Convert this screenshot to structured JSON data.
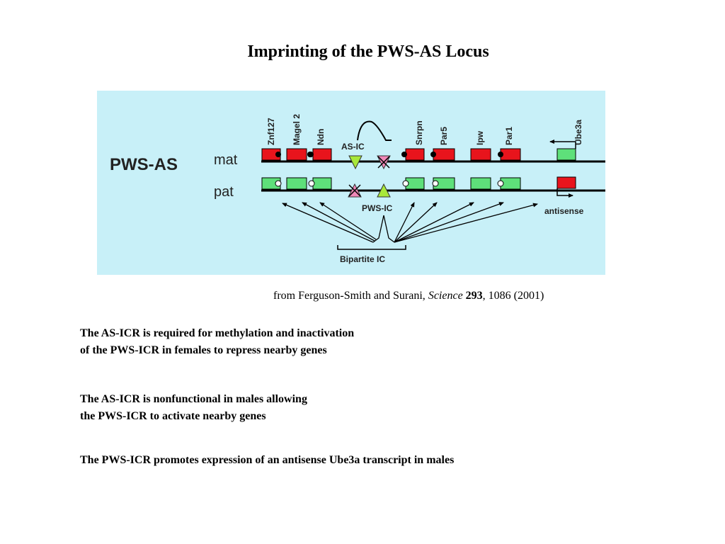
{
  "title": "Imprinting of the PWS-AS Locus",
  "figure": {
    "locus_label": "PWS-AS",
    "row_labels": {
      "mat": "mat",
      "pat": "pat"
    },
    "genes": [
      "Znf127",
      "Magel 2",
      "Ndn",
      "Snrpn",
      "Par5",
      "Ipw",
      "Par1",
      "Ube3a"
    ],
    "as_ic_label": "AS-IC",
    "pws_ic_label": "PWS-IC",
    "antisense_label": "antisense",
    "bipartite_label": "Bipartite IC",
    "colors": {
      "background": "#c8f0f8",
      "silenced": "#e8141c",
      "expressed": "#5ee07a",
      "active_ic": "#a8e83a",
      "inactive_ic": "#f088b8"
    }
  },
  "citation": {
    "prefix": "from Ferguson-Smith and Surani, ",
    "journal": "Science",
    "volume": "293",
    "suffix": ", 1086 (2001)"
  },
  "notes": [
    {
      "line1": "The AS-ICR is required for methylation and inactivation",
      "line2": "of the PWS-ICR in females to repress nearby genes"
    },
    {
      "line1": "The AS-ICR is nonfunctional in males allowing",
      "line2": "the PWS-ICR to activate nearby genes"
    },
    {
      "line1": "The PWS-ICR promotes expression of an antisense Ube3a transcript in males"
    }
  ]
}
